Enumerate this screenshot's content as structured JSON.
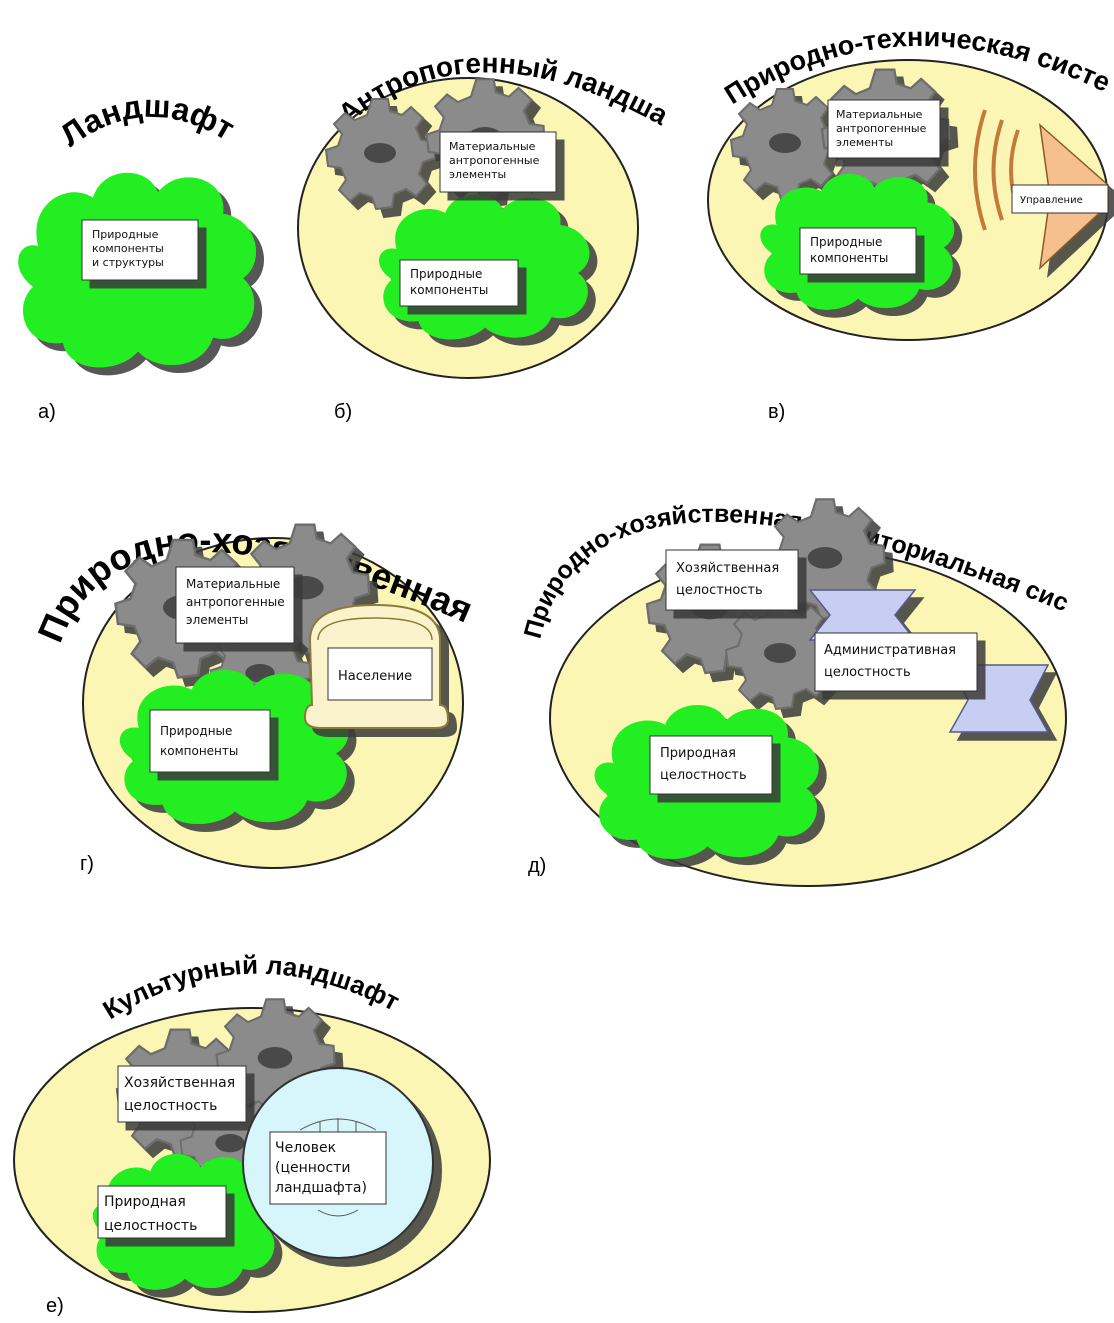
{
  "colors": {
    "oval_fill": "#fbf6b4",
    "cloud_fill": "#22ee22",
    "gear_fill": "#8a8a8a",
    "box_fill": "#ffffff",
    "admin_fill": "#c8cdf2",
    "population_fill": "#fbf3cc",
    "human_circle_fill": "#d6f6fb",
    "control_fill": "#f6c08e"
  },
  "panels": {
    "a": {
      "label": "а)",
      "title": "Ландшафт",
      "box": [
        "Природные",
        "компоненты",
        "и структуры"
      ]
    },
    "b": {
      "label": "б)",
      "title": "Антропогенный ландшафт",
      "box_material": [
        "Материальные",
        "антропогенные",
        "элементы"
      ],
      "box_natural": [
        "Природные",
        "компоненты"
      ]
    },
    "v": {
      "label": "в)",
      "title": "Природно-техническая система",
      "box_material": [
        "Материальные",
        "антропогенные",
        "элементы"
      ],
      "box_natural": [
        "Природные",
        "компоненты"
      ],
      "control": "Управление"
    },
    "g": {
      "label": "г)",
      "title": "Природно-хозяйственная система",
      "box_material": [
        "Материальные",
        "антропогенные",
        "элементы"
      ],
      "box_natural": [
        "Природные",
        "компоненты"
      ],
      "population": "Население"
    },
    "d": {
      "label": "д)",
      "title": "Природно-хозяйственная территориальная система",
      "box_economic": [
        "Хозяйственная",
        "целостность"
      ],
      "box_admin": [
        "Административная",
        "целостность"
      ],
      "box_natural": [
        "Природная",
        "целостность"
      ]
    },
    "e": {
      "label": "е)",
      "title": "Культурный ландшафт",
      "box_economic": [
        "Хозяйственная",
        "целостность"
      ],
      "box_natural": [
        "Природная",
        "целостность"
      ],
      "human": [
        "Человек",
        "(ценности",
        "ландшафта)"
      ]
    }
  }
}
